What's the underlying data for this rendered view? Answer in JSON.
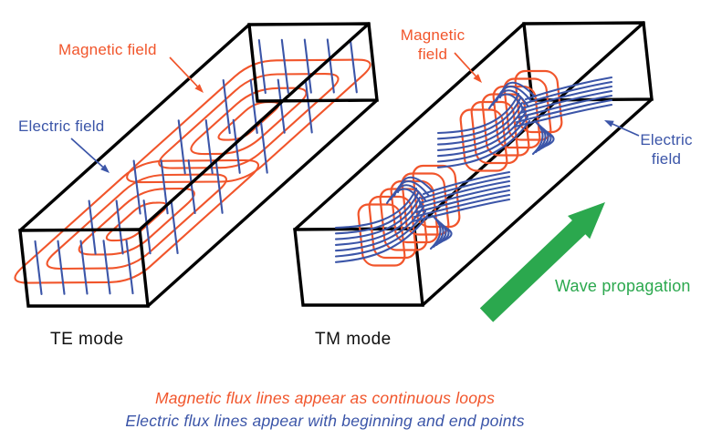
{
  "figure": {
    "left": {
      "mode_label": "TE mode",
      "magnetic_label": "Magnetic field",
      "electric_label": "Electric field"
    },
    "right": {
      "mode_label": "TM mode",
      "magnetic_label": "Magnetic\nfield",
      "electric_label": "Electric\nfield",
      "propagation_label": "Wave propagation"
    },
    "captions": {
      "magnetic": "Magnetic flux lines appear as continuous loops",
      "electric": "Electric flux lines appear with beginning and end points"
    },
    "colors": {
      "magnetic": "#F1552B",
      "electric": "#3B55A8",
      "propagation": "#2BA84E",
      "outline": "#000000",
      "background": "#FFFFFF"
    }
  }
}
